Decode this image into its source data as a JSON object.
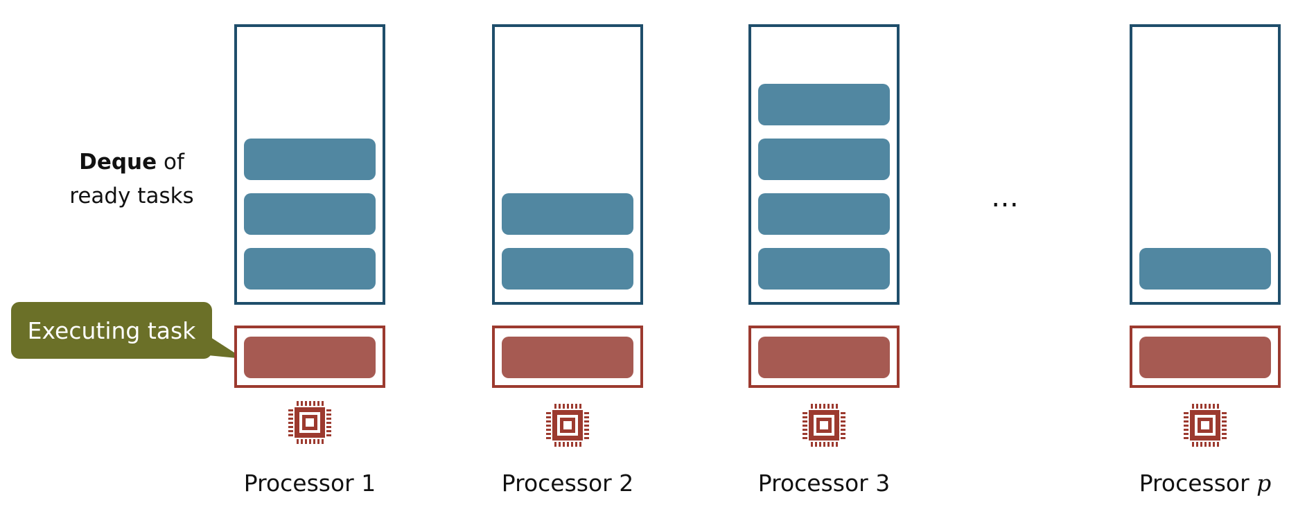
{
  "deque_label": {
    "bold": "Deque",
    "rest_line1": " of",
    "line2": "ready tasks"
  },
  "callout": {
    "text": "Executing task"
  },
  "ellipsis": "…",
  "processors": [
    {
      "name": "Processor 1",
      "suffix": "",
      "deque_tasks": 3,
      "executing": true
    },
    {
      "name": "Processor 2",
      "suffix": "",
      "deque_tasks": 2,
      "executing": true
    },
    {
      "name": "Processor 3",
      "suffix": "",
      "deque_tasks": 4,
      "executing": true
    },
    {
      "name": "Processor ",
      "suffix": "p",
      "deque_tasks": 1,
      "executing": true
    }
  ],
  "colors": {
    "deque_border": "#1f4e6b",
    "task_fill": "#5187a1",
    "exec_border": "#9c3a2f",
    "exec_fill": "#a65a52",
    "callout_fill": "#6b7028",
    "chip": "#9c3a2f"
  }
}
